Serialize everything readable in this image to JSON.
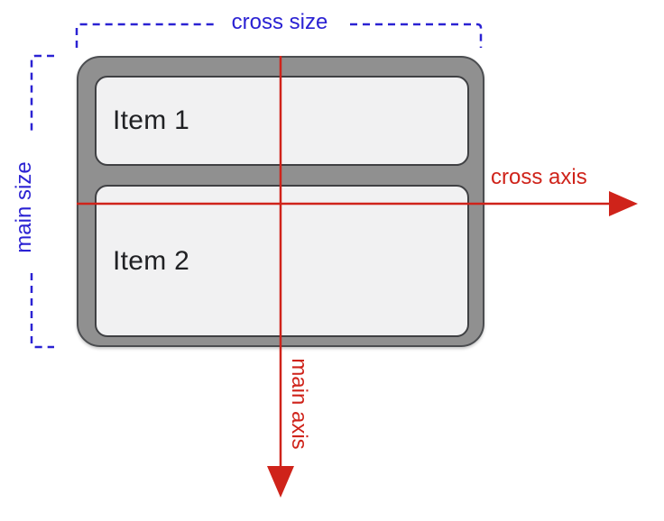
{
  "labels": {
    "cross_size": "cross size",
    "main_size": "main size",
    "cross_axis": "cross axis",
    "main_axis": "main axis"
  },
  "flex_container": {
    "items": [
      {
        "label": "Item 1"
      },
      {
        "label": "Item 2"
      }
    ]
  },
  "colors": {
    "size_blue": "#2b22d3",
    "axis_red": "#cf231a",
    "container_fill": "#909090",
    "container_border": "#4b4d50",
    "item_fill": "#f1f1f2",
    "item_border": "#3f4043",
    "item_text": "#202124",
    "background": "#ffffff"
  }
}
